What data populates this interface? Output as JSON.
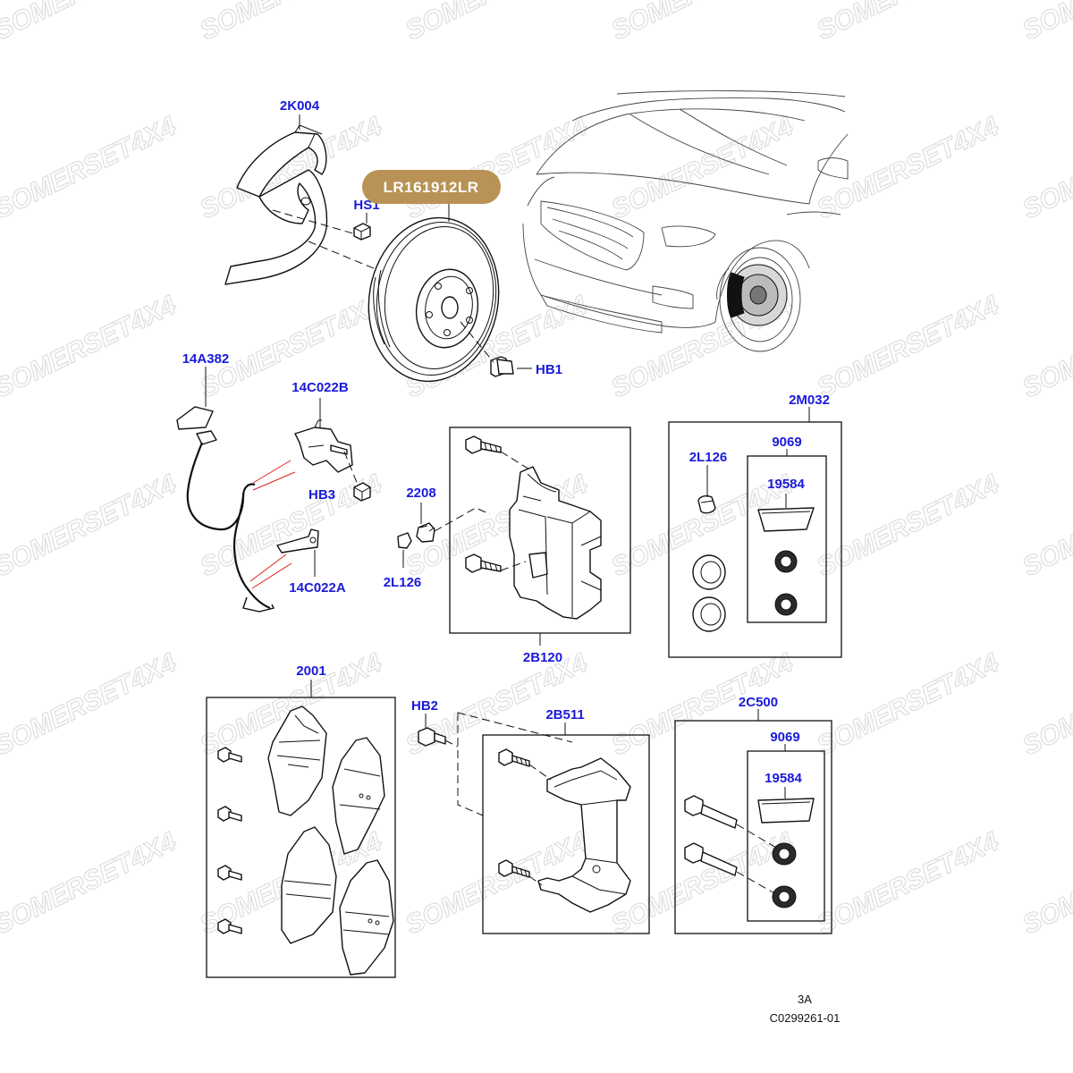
{
  "watermark": "SOMERSET4X4",
  "badge": {
    "text": "LR161912LR",
    "color": "#b99255"
  },
  "label_color": "#1a1adb",
  "labels": {
    "shield": "2K004",
    "shield_screw": "HS1",
    "disc_bolt": "HB1",
    "sensor": "14A382",
    "bracket_b": "14C022B",
    "bracket_screw": "HB3",
    "bracket_a": "14C022A",
    "bleed_screw": "2208",
    "bleed_cap_left": "2L126",
    "caliper": "2B120",
    "seal_kit": "2M032",
    "bleed_cap_right": "2L126",
    "grease_top": "9069",
    "grease_pack_top": "19584",
    "pads": "2001",
    "carrier_bolt": "HB2",
    "carrier": "2B511",
    "pin_kit": "2C500",
    "grease_bottom": "9069",
    "grease_pack_bottom": "19584"
  },
  "footer": {
    "page": "3A",
    "code": "C0299261-01"
  }
}
